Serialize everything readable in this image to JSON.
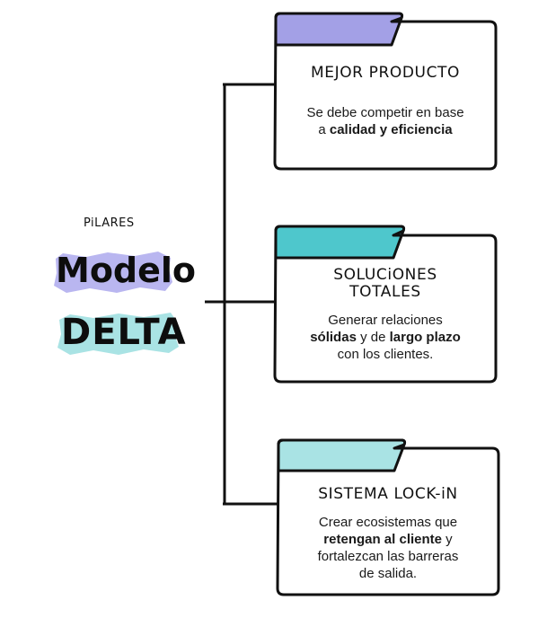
{
  "left": {
    "pre_title": "PiLARES",
    "brand_line1": "Modelo",
    "brand_line2": "DELTA",
    "brand_color1": "#b9b6f0",
    "brand_color2": "#a9e3e4"
  },
  "cards": [
    {
      "tab_color": "#a3a0e6",
      "title": "MEJOR PRODUCTO",
      "body_lines": [
        [
          {
            "t": "Se debe competir en base",
            "b": false
          }
        ],
        [
          {
            "t": "a ",
            "b": false
          },
          {
            "t": "calidad y eficiencia",
            "b": true
          }
        ]
      ]
    },
    {
      "tab_color": "#4ec7cc",
      "title": "SOLUCiONES TOTALES",
      "title_lines": [
        "SOLUCiONES",
        "TOTALES"
      ],
      "body_lines": [
        [
          {
            "t": "Generar relaciones",
            "b": false
          }
        ],
        [
          {
            "t": "sólidas",
            "b": true
          },
          {
            "t": " y de ",
            "b": false
          },
          {
            "t": "largo plazo",
            "b": true
          }
        ],
        [
          {
            "t": "con los clientes.",
            "b": false
          }
        ]
      ]
    },
    {
      "tab_color": "#a9e3e4",
      "title": "SISTEMA LOCK-iN",
      "body_lines": [
        [
          {
            "t": "Crear ecosistemas que",
            "b": false
          }
        ],
        [
          {
            "t": "retengan al cliente",
            "b": true
          },
          {
            "t": " y",
            "b": false
          }
        ],
        [
          {
            "t": "fortalezcan las barreras",
            "b": false
          }
        ],
        [
          {
            "t": "de salida.",
            "b": false
          }
        ]
      ]
    }
  ]
}
